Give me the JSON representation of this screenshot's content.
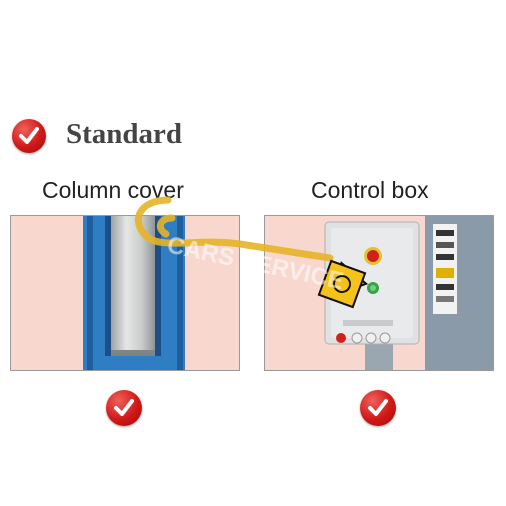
{
  "heading": {
    "text": "Standard",
    "icon": "checkmark-icon"
  },
  "features": [
    {
      "caption": "Column cover",
      "image": "column-cover-photo",
      "included_icon": "checkmark-icon"
    },
    {
      "caption": "Control box",
      "image": "control-box-photo",
      "included_icon": "checkmark-icon"
    }
  ],
  "watermark": {
    "text": "CARS SERVICE",
    "icon": "warning-sign-icon"
  },
  "colors": {
    "check_red": "#d01818",
    "panel_background": "#f8d8ce",
    "column_blue": "#2f7dc3",
    "control_box_gray": "#dfe1e3",
    "watermark_gold": "#e6b428"
  }
}
